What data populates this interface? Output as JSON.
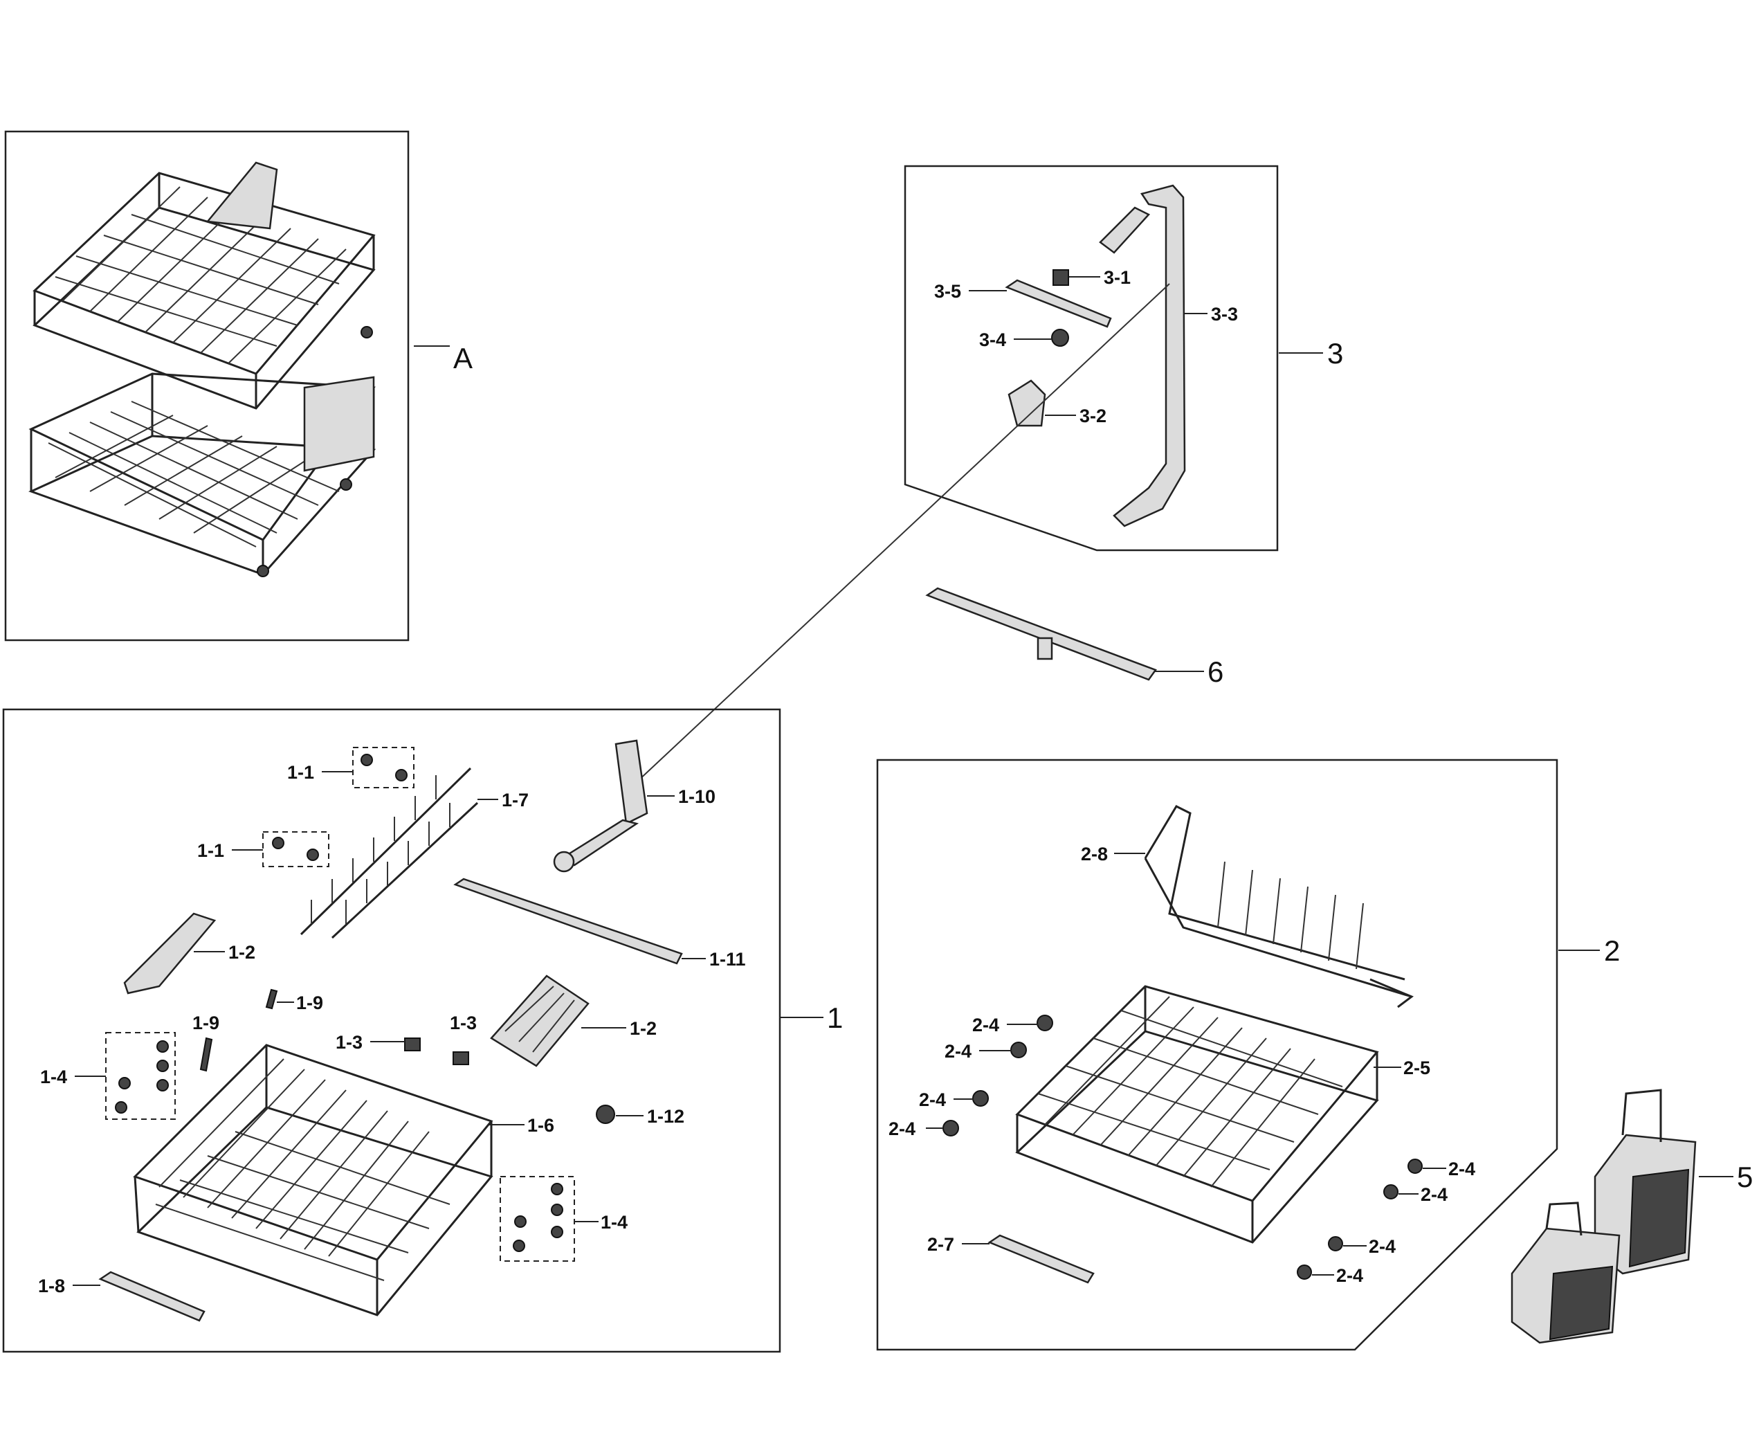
{
  "sections": {
    "A": "A",
    "s1": "1",
    "s2": "2",
    "s3": "3",
    "s5": "5",
    "s6": "6"
  },
  "callouts": {
    "c3_1": "3-1",
    "c3_2": "3-2",
    "c3_3": "3-3",
    "c3_4": "3-4",
    "c3_5": "3-5",
    "c1_1a": "1-1",
    "c1_1b": "1-1",
    "c1_2a": "1-2",
    "c1_2b": "1-2",
    "c1_3a": "1-3",
    "c1_3b": "1-3",
    "c1_4a": "1-4",
    "c1_4b": "1-4",
    "c1_6": "1-6",
    "c1_7": "1-7",
    "c1_8": "1-8",
    "c1_9a": "1-9",
    "c1_9b": "1-9",
    "c1_10": "1-10",
    "c1_11": "1-11",
    "c1_12": "1-12",
    "c2_4a": "2-4",
    "c2_4b": "2-4",
    "c2_4c": "2-4",
    "c2_4d": "2-4",
    "c2_4e": "2-4",
    "c2_4f": "2-4",
    "c2_4g": "2-4",
    "c2_4h": "2-4",
    "c2_5": "2-5",
    "c2_7": "2-7",
    "c2_8": "2-8"
  }
}
